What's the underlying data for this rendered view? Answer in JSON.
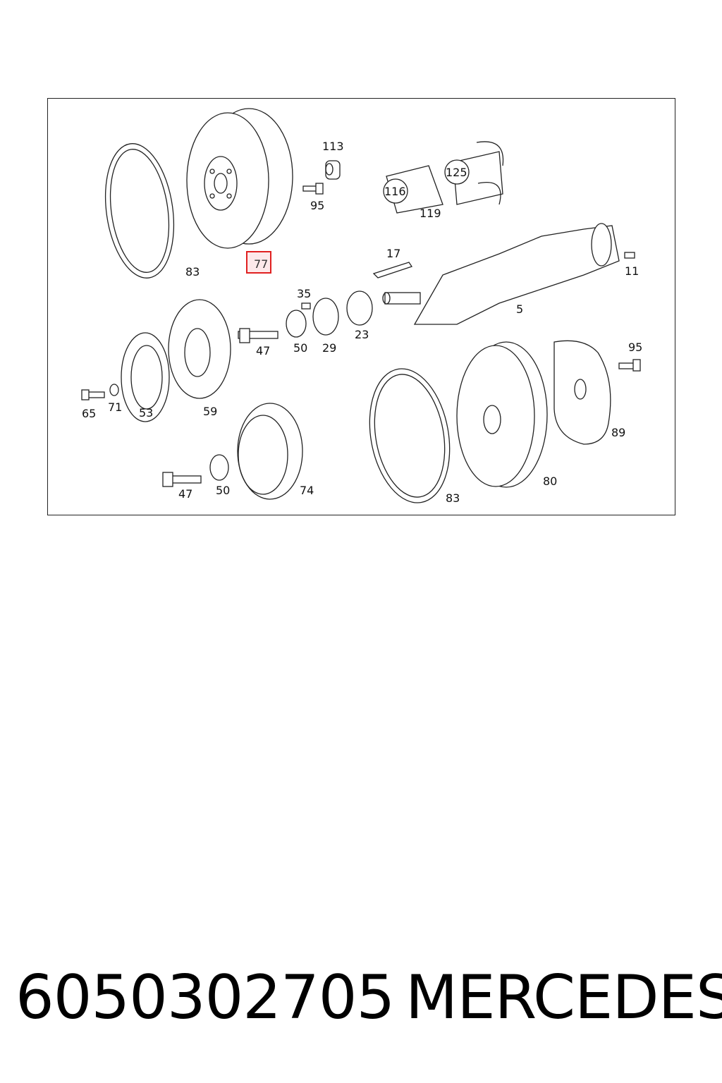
{
  "diagram": {
    "labels": {
      "l83a": "83",
      "l77": "77",
      "l113": "113",
      "l95a": "95",
      "l116": "116",
      "l125": "125",
      "l119": "119",
      "l17": "17",
      "l11": "11",
      "l35": "35",
      "l5": "5",
      "l47a": "47",
      "l50a": "50",
      "l29": "29",
      "l23": "23",
      "l95b": "95",
      "l65": "65",
      "l71": "71",
      "l53": "53",
      "l59": "59",
      "l89": "89",
      "l80": "80",
      "l83b": "83",
      "l47b": "47",
      "l50b": "50",
      "l74": "74"
    },
    "highlighted_part": "77",
    "highlight_color": "#e02020"
  },
  "footer": {
    "part_number": "6050302705",
    "brand": "MERCEDES"
  }
}
